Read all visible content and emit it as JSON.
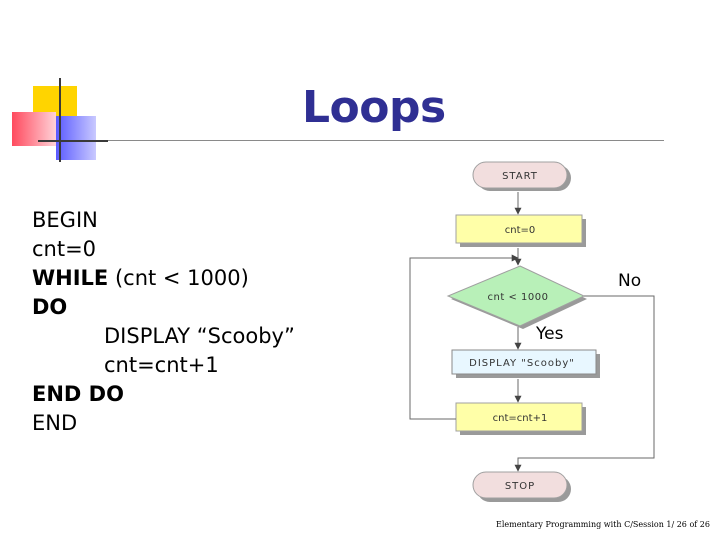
{
  "slide": {
    "title": "Loops",
    "pseudocode": {
      "begin": "BEGIN",
      "init": "cnt=0",
      "while_kw": "WHILE",
      "while_cond": " (cnt < 1000)",
      "do_kw": "DO",
      "display": "DISPLAY “Scooby”",
      "increment": "cnt=cnt+1",
      "end_do": "END DO",
      "end": "END"
    },
    "flowchart": {
      "start": "START",
      "init": "cnt=0",
      "condition": "cnt < 1000",
      "yes_label": "Yes",
      "no_label": "No",
      "display": "DISPLAY \"Scooby\"",
      "increment": "cnt=cnt+1",
      "stop": "STOP"
    },
    "footer": "Elementary Programming with C/Session 1/ 26 of 26"
  },
  "colors": {
    "title": "#2f2f93",
    "terminal_fill": "#f2dede",
    "process_fill": "#ffffa8",
    "decision_fill": "#b8f0b8",
    "io_fill": "#e8f7ff"
  }
}
